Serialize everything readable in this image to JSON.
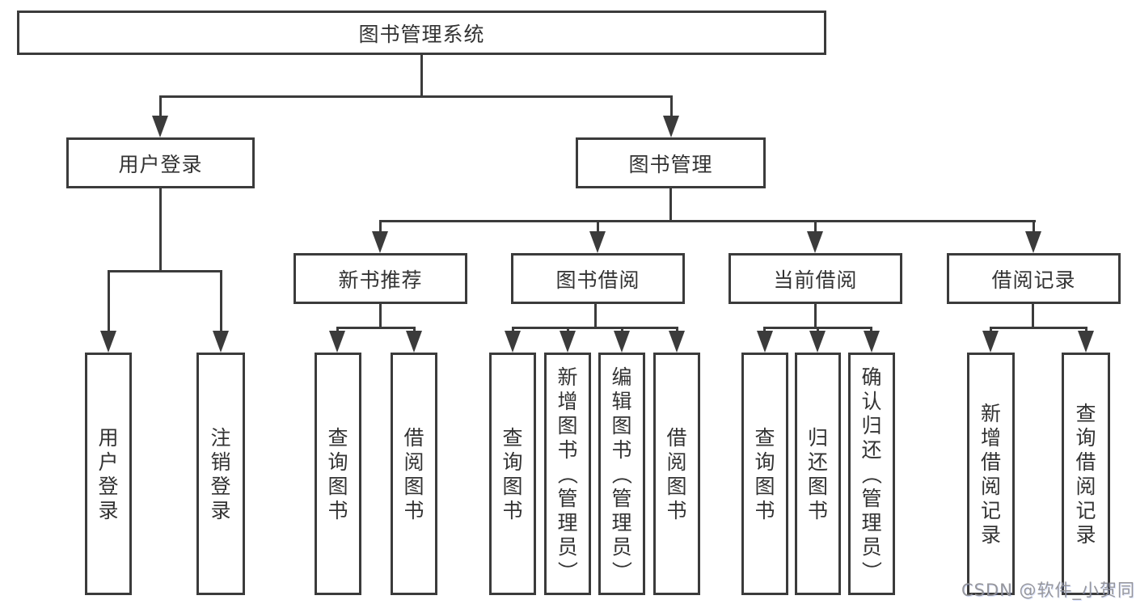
{
  "tree": {
    "root": {
      "label": "图书管理系统"
    },
    "children": [
      {
        "label": "用户登录",
        "children": [
          {
            "label": "用户登录"
          },
          {
            "label": "注销登录"
          }
        ]
      },
      {
        "label": "图书管理",
        "children": [
          {
            "label": "新书推荐",
            "children": [
              {
                "label": "查询图书"
              },
              {
                "label": "借阅图书"
              }
            ]
          },
          {
            "label": "图书借阅",
            "children": [
              {
                "label": "查询图书"
              },
              {
                "label": "新增图书（管理员）"
              },
              {
                "label": "编辑图书（管理员）"
              },
              {
                "label": "借阅图书"
              }
            ]
          },
          {
            "label": "当前借阅",
            "children": [
              {
                "label": "查询图书"
              },
              {
                "label": "归还图书"
              },
              {
                "label": "确认归还（管理员）"
              }
            ]
          },
          {
            "label": "借阅记录",
            "children": [
              {
                "label": "新增借阅记录"
              },
              {
                "label": "查询借阅记录"
              }
            ]
          }
        ]
      }
    ]
  },
  "watermark": {
    "text": "CSDN @软件_小贺同学"
  },
  "colors": {
    "line": "#3b3b3b",
    "text": "#333333",
    "background": "#ffffff",
    "watermark": "#91919 6"
  }
}
